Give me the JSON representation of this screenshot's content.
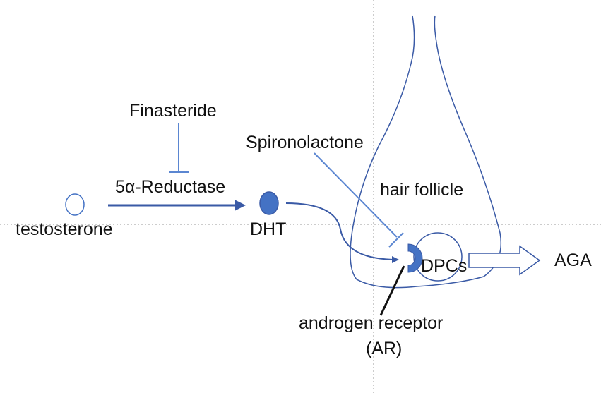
{
  "labels": {
    "testosterone": "testosterone",
    "finasteride": "Finasteride",
    "reductase": "5α-Reductase",
    "dht": "DHT",
    "spironolactone": "Spironolactone",
    "hair_follicle": "hair follicle",
    "dpcs": "DPCs",
    "aga": "AGA",
    "androgen_receptor_line1": "androgen receptor",
    "androgen_receptor_line2": "(AR)"
  },
  "colors": {
    "outline": "#3a5aa6",
    "fill": "#4472c4",
    "inhibitor": "#5b86d1",
    "text": "#111111",
    "guide": "#9a9a9a"
  }
}
